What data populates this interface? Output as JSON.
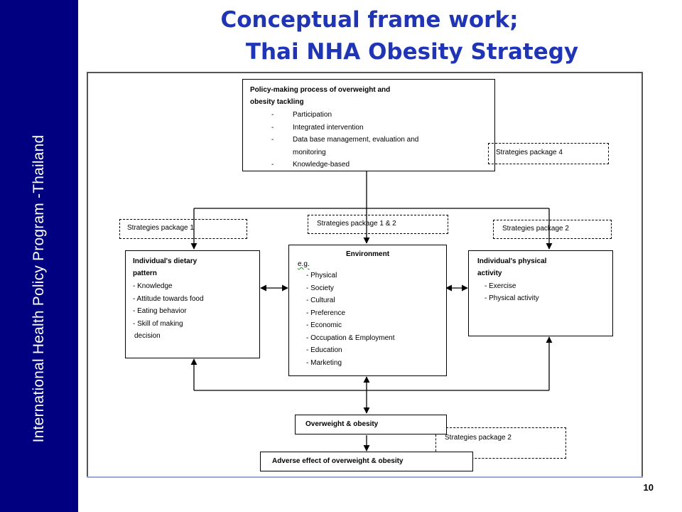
{
  "sidebar": {
    "text": "International Health Policy Program -Thailand"
  },
  "title": {
    "line1": "Conceptual frame work;",
    "line2": "Thai NHA Obesity Strategy"
  },
  "diagram": {
    "policy": {
      "title_line1": "Policy-making process of overweight and",
      "title_line2": "obesity tackling",
      "items": [
        "Participation",
        "Integrated intervention",
        "Data base management, evaluation and",
        "monitoring",
        "Knowledge-based"
      ],
      "bullets": [
        "-",
        "-",
        "-",
        "",
        "-"
      ]
    },
    "packages": {
      "p4": "Strategies package 4",
      "p1": "Strategies package 1",
      "p12": "Strategies package 1 & 2",
      "p2_right": "Strategies package 2",
      "p2_bottom": "Strategies package 2"
    },
    "dietary": {
      "title_line1": "Individual's dietary",
      "title_line2": "pattern",
      "items": [
        "- Knowledge",
        "- Attitude towards food",
        "- Eating behavior",
        "- Skill of making",
        "decision"
      ]
    },
    "environment": {
      "title": "Environment",
      "eg": "e.g.",
      "items": [
        "- Physical",
        "- Society",
        "- Cultural",
        "- Preference",
        "- Economic",
        "- Occupation & Employment",
        "- Education",
        "- Marketing"
      ]
    },
    "physical": {
      "title_line1": "Individual's physical",
      "title_line2": "activity",
      "items": [
        "- Exercise",
        "- Physical activity"
      ]
    },
    "overweight": "Overweight & obesity",
    "adverse": "Adverse effect of overweight & obesity"
  },
  "page_number": "10",
  "colors": {
    "sidebar": "#000080",
    "title": "#1f35b5"
  }
}
